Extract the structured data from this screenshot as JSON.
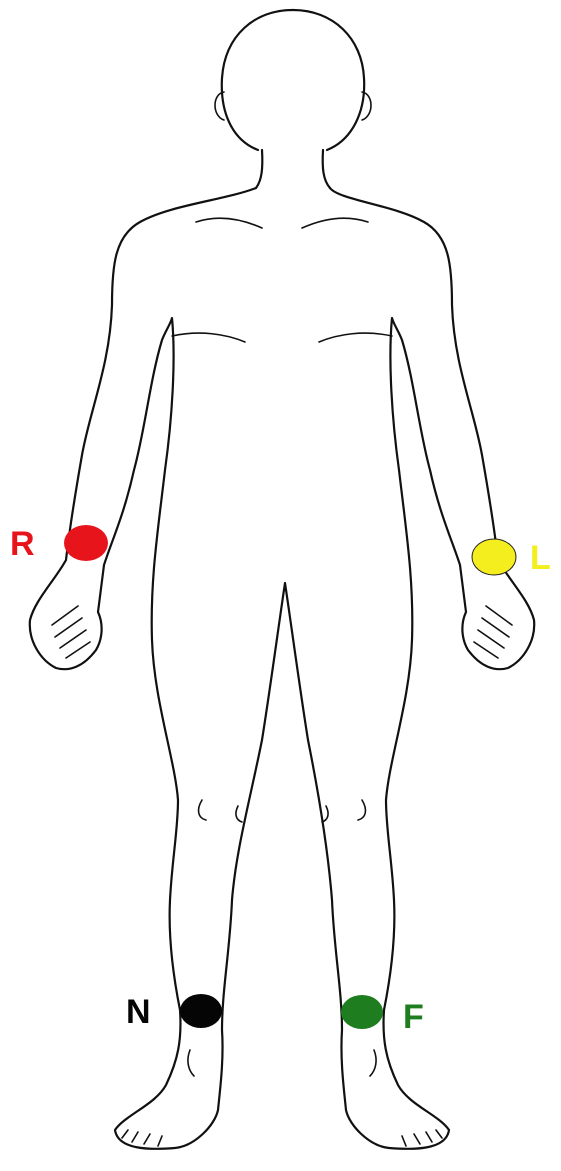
{
  "electrodes": {
    "right_arm": {
      "label": "R",
      "color": "#e8141c"
    },
    "left_arm": {
      "label": "L",
      "color": "#f4ee1e"
    },
    "right_leg": {
      "label": "N",
      "color": "#050505"
    },
    "left_leg": {
      "label": "F",
      "color": "#1e7d1e"
    }
  },
  "colors": {
    "outline": "#111111",
    "background": "#ffffff"
  }
}
